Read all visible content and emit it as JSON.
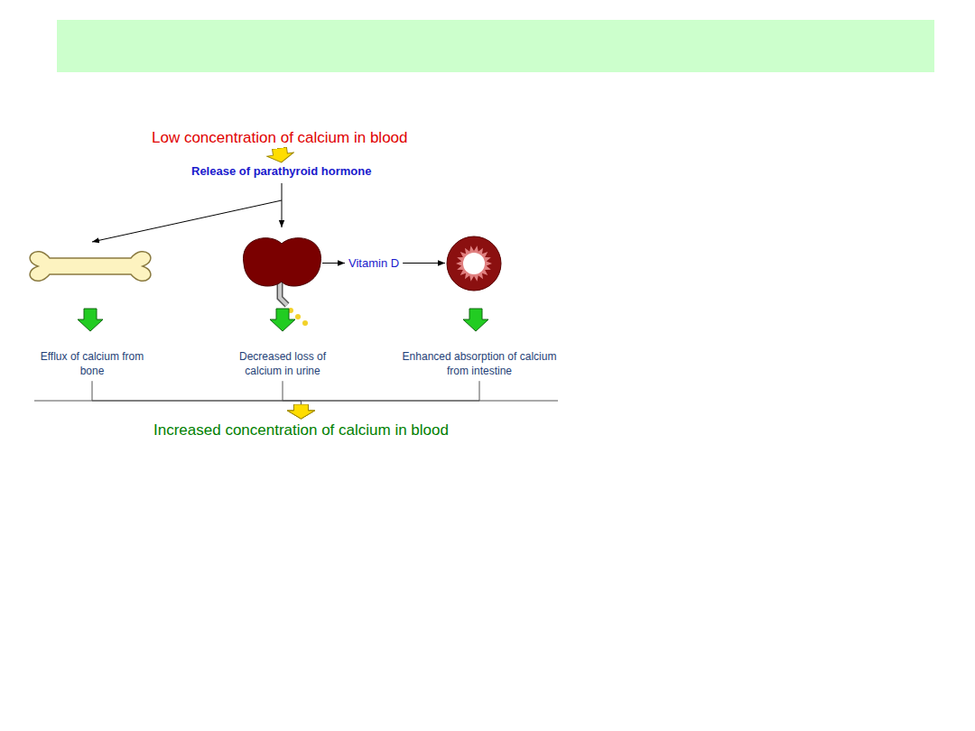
{
  "diagram": {
    "nodes": [
      {
        "text": [
          "Low concentration of calcium in blood"
        ]
      },
      {
        "text": [
          "Release of parathyroid hormone"
        ]
      },
      {
        "text": [
          "Efflux of calcium from bone"
        ]
      },
      {
        "text": [
          "Decreased loss of calcium in urine"
        ]
      },
      {
        "text": [
          "Enhanced absorption of calcium from intestine"
        ]
      },
      {
        "text": [
          "Increased concentration of calcium in blood"
        ]
      }
    ],
    "edges": [
      {
        "from": 0,
        "to": 1,
        "arrow": "to"
      },
      {
        "from": 2,
        "to": 5,
        "arrow": "to"
      },
      {
        "from": 3,
        "to": 5,
        "arrow": "to"
      },
      {
        "from": 4,
        "to": 5,
        "arrow": "to"
      }
    ],
    "labels": [
      "Vitamin D"
    ]
  }
}
